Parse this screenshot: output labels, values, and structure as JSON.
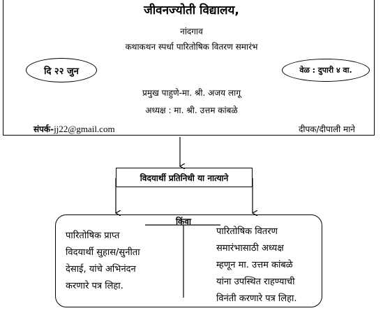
{
  "header": {
    "school_name": "जीवनज्योती विद्यालय,",
    "place": "नांदगाव",
    "event": "कथाकथन स्पर्धा पारितोषिक वितरण समारंभ"
  },
  "date_badge": "दि २२ जुन",
  "time_badge": "वेळ : दुपारी ४ वा.",
  "chief_guest": "प्रमुख पाहुणे-मा. श्री. अजय लागू",
  "president": "अध्यक्ष : मा. श्री. उत्तम कांबळे",
  "contact": {
    "label": "संपर्क-",
    "email": "jj22@gmail.com"
  },
  "signature": "दीपक/दीपाली माने",
  "role_box": "विदयार्थी प्रतिनिधी या नात्याने",
  "or_label": "किंवा",
  "option_left": {
    "lines": [
      "पारितोषिक प्राप्त",
      "विदयार्थी सुहास/सुनीता",
      "देसाई, यांचे अभिनंदन",
      "करणारे पत्र लिहा."
    ]
  },
  "option_right": {
    "lines": [
      "पारितोषिक वितरण",
      "समारंभासाठी अध्यक्ष",
      "म्हणून मा. उत्तम कांबळे",
      "यांना उपस्थित राहण्याची",
      "विनंती करणारे पत्र लिहा."
    ]
  }
}
